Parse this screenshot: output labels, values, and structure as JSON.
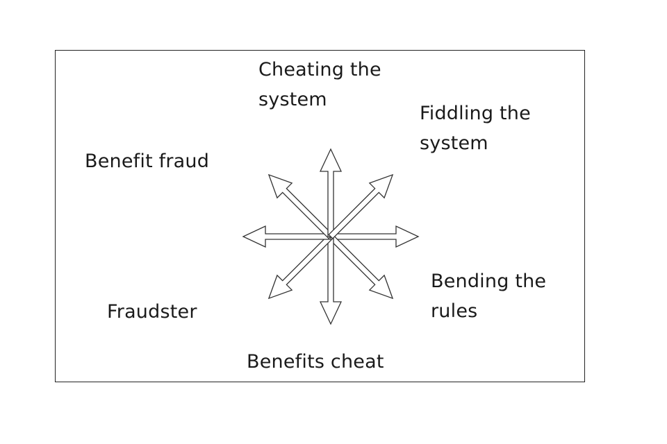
{
  "labels": {
    "cheating": [
      "Cheating the",
      "system"
    ],
    "fiddling": [
      "Fiddling the",
      "system"
    ],
    "benefit_fraud": "Benefit fraud",
    "bending": [
      "Bending the",
      "rules"
    ],
    "fraudster": "Fraudster",
    "benefits_cheat": "Benefits cheat"
  },
  "diagram": {
    "arrow_directions_deg": [
      0,
      45,
      90,
      135,
      180,
      225,
      270,
      315
    ],
    "stroke_color": "#333333",
    "fill_color": "#ffffff"
  }
}
